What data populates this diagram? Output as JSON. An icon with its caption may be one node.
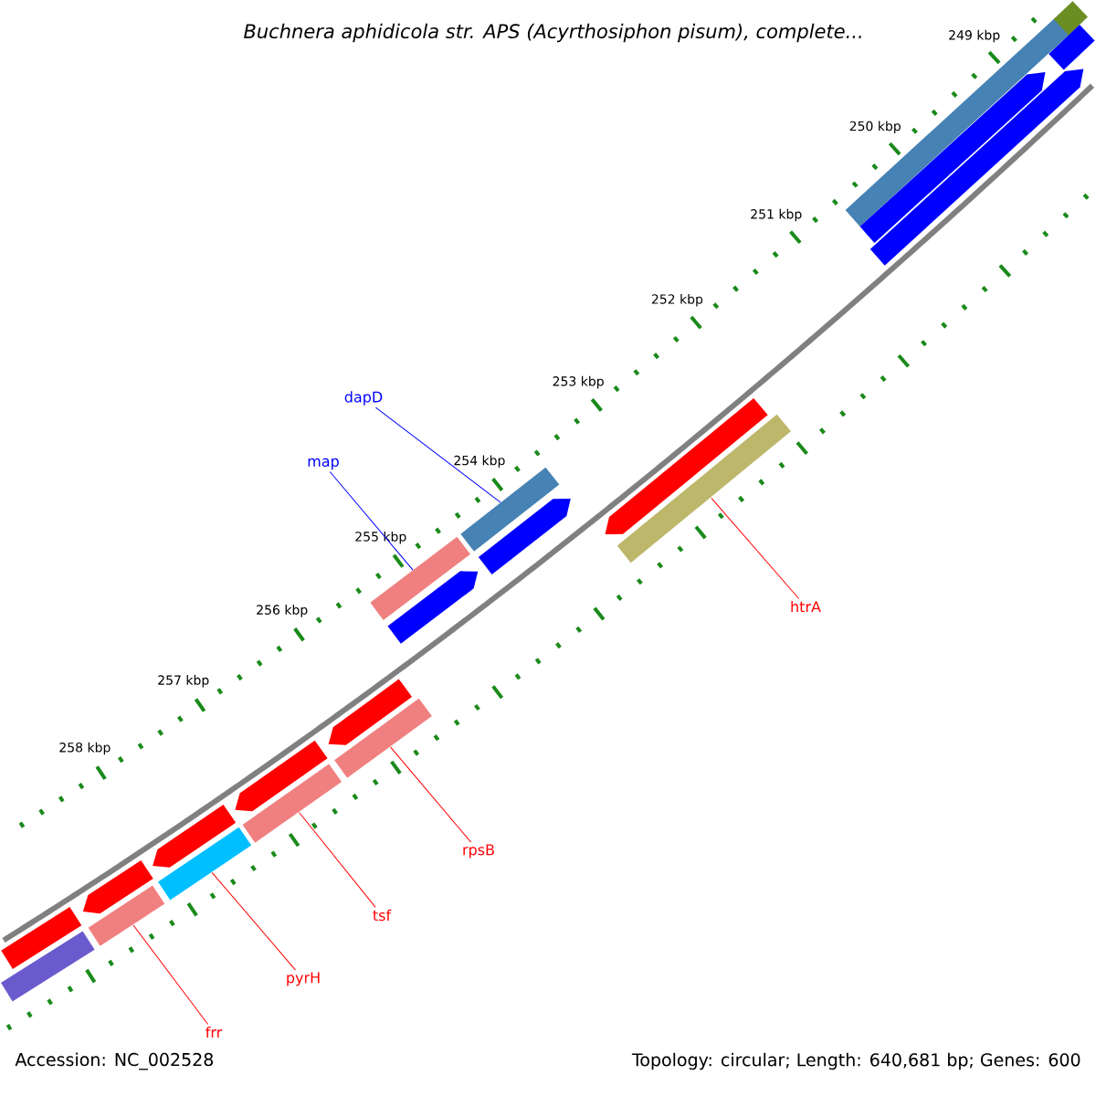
{
  "diagram": {
    "title": "*Buchnera aphidicola str. APS (Acyrthosiphon pisum), complete...*",
    "nodes": [
      {
        "text": [
          "dapD"
        ]
      },
      {
        "text": [
          "map"
        ]
      },
      {
        "text": [
          "htrA"
        ]
      },
      {
        "text": [
          "rpsB"
        ]
      },
      {
        "text": [
          "tsf"
        ]
      },
      {
        "text": [
          "pyrH"
        ]
      },
      {
        "text": [
          "frr"
        ]
      },
      {
        "text": [],
        "shape": "bar"
      },
      {
        "text": [],
        "shape": "bar"
      },
      {
        "text": [],
        "shape": "bar"
      },
      {
        "text": [],
        "shape": "bar"
      },
      {
        "text": [],
        "shape": "bar"
      },
      {
        "text": [],
        "shape": "bar"
      },
      {
        "text": [],
        "shape": "bar"
      },
      {
        "text": [],
        "shape": "bar"
      },
      {
        "text": [],
        "shape": "bar"
      },
      {
        "text": [],
        "shape": "bar"
      },
      {
        "text": [],
        "shape": "bar"
      },
      {
        "text": [],
        "shape": "bar"
      },
      {
        "text": [],
        "shape": "bar"
      },
      {
        "text": [],
        "shape": "bar"
      },
      {
        "text": [],
        "shape": "bar"
      },
      {
        "text": [],
        "shape": "bar"
      },
      {
        "text": [],
        "shape": "bar"
      },
      {
        "text": [],
        "shape": "bar"
      },
      {
        "text": [],
        "shape": "bar"
      },
      {
        "text": [],
        "shape": "bar"
      },
      {
        "text": [],
        "shape": "bar"
      }
    ],
    "edges": [
      {
        "from": 0,
        "to": 7,
        "arrow": "none",
        "color": "#0000ff"
      },
      {
        "from": 1,
        "to": 8,
        "arrow": "none",
        "color": "#0000ff"
      },
      {
        "from": 2,
        "to": 9,
        "arrow": "none"
      },
      {
        "from": 3,
        "to": 10,
        "arrow": "none"
      },
      {
        "from": 4,
        "to": 11,
        "arrow": "none"
      },
      {
        "from": 5,
        "to": 12,
        "arrow": "none"
      },
      {
        "from": 6,
        "to": 13,
        "arrow": "none"
      }
    ],
    "labels": [
      "249 kbp",
      "250 kbp",
      "251 kbp",
      "252 kbp",
      "253 kbp",
      "254 kbp",
      "255 kbp",
      "256 kbp",
      "257 kbp",
      "258 kbp",
      "Accession: NC_002528",
      "Topology: circular; Length: 640,681 bp; Genes: 600"
    ]
  }
}
